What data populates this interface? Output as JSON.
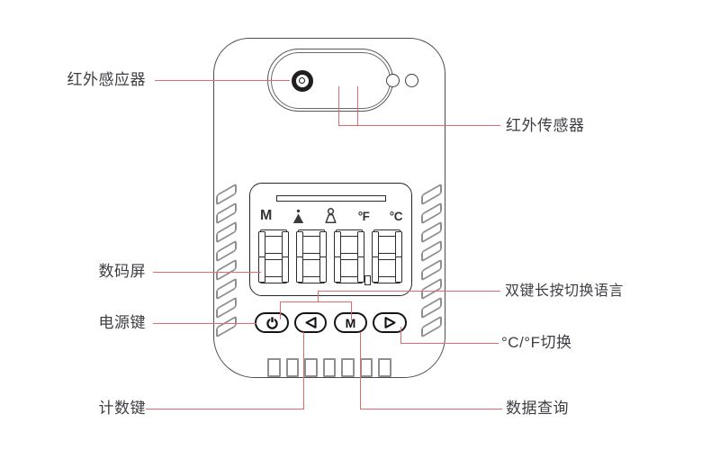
{
  "callouts": {
    "ir_lens": "红外感应器",
    "ir_sensor": "红外传感器",
    "digital_screen": "数码屏",
    "power_key": "电源键",
    "lang_switch": "双键长按切换语言",
    "cf_switch": "°C/°F切换",
    "count_key": "计数键",
    "data_query": "数据查询"
  },
  "display": {
    "mode_icon": "M",
    "fahrenheit_icon": "°F",
    "celsius_icon": "°C",
    "icon_names": [
      "mode-m-icon",
      "alarm-triangle-icon",
      "person-icon",
      "fahrenheit-icon",
      "celsius-icon"
    ],
    "digit_count": 4,
    "digits_state": "blank seven-segment outlines"
  },
  "buttons": {
    "m_label": "M",
    "names": [
      "power-button",
      "left-arrow-button",
      "mode-button",
      "right-arrow-button"
    ]
  },
  "colors": {
    "leader_line": "#e16a6a",
    "device_outline": "#4d4d4d",
    "grip_gray": "#8f8f8f",
    "label_text": "#3d3d44"
  }
}
